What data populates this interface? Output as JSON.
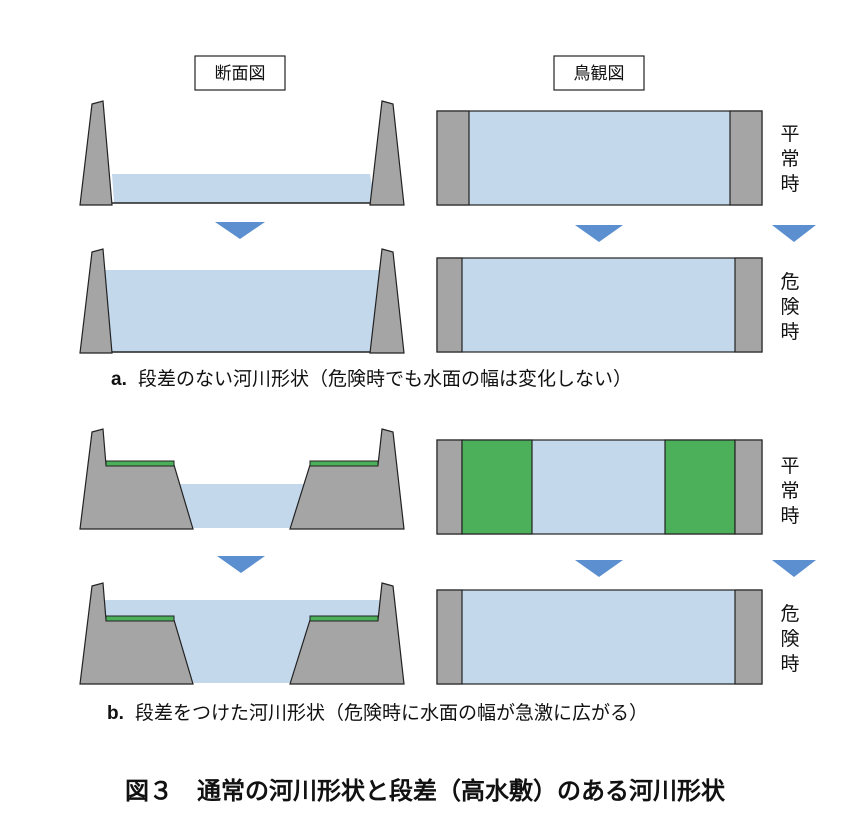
{
  "headers": {
    "cross_section": "断面図",
    "birds_eye": "鳥観図"
  },
  "states": {
    "normal": [
      "平",
      "常",
      "時"
    ],
    "danger": [
      "危",
      "険",
      "時"
    ]
  },
  "captions": {
    "a_label": "a.",
    "a_text": "段差のない河川形状（危険時でも水面の幅は変化しない）",
    "b_label": "b.",
    "b_text": "段差をつけた河川形状（危険時に水面の幅が急激に広がる）"
  },
  "figure_title": "図３　通常の河川形状と段差（高水敷）のある河川形状",
  "colors": {
    "levee_gray": "#a5a5a5",
    "water_blue": "#c4d8ec",
    "floodplain_green": "#4caf5a",
    "arrow_blue": "#5b8fd0",
    "outline": "#222222"
  }
}
